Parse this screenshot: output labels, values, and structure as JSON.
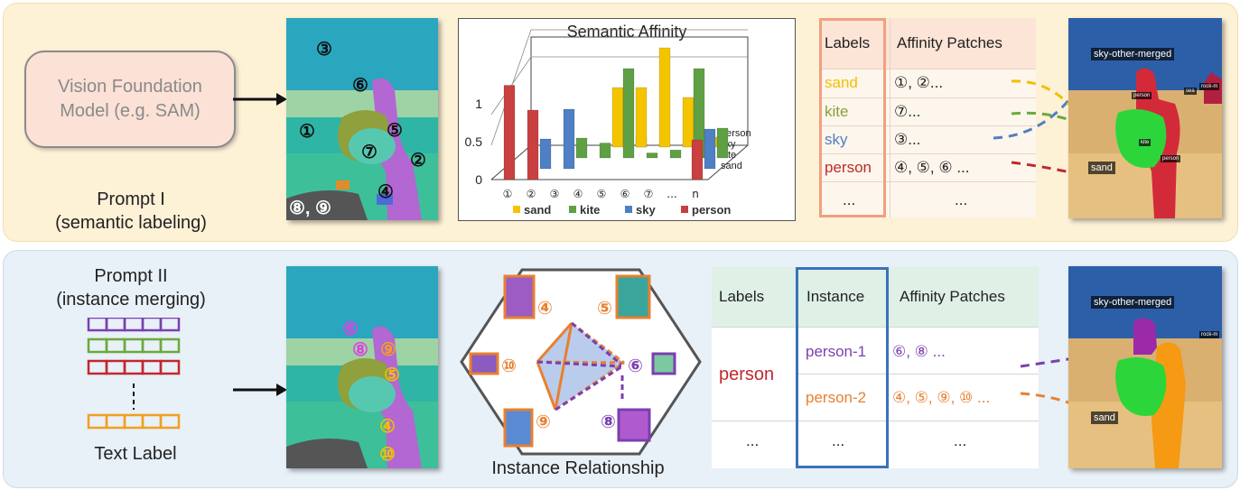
{
  "top": {
    "vfm_label": "Vision Foundation Model (e.g. SAM)",
    "prompt_title": "Prompt I",
    "prompt_sub": "(semantic labeling)",
    "seg_marks": [
      "③",
      "⑥",
      "①",
      "⑤",
      "⑦",
      "②",
      "④",
      "⑧, ⑨"
    ],
    "chart": {
      "title": "Semantic Affinity",
      "yticks": [
        "0",
        "0.5",
        "1"
      ],
      "xticks": [
        "①",
        "②",
        "③",
        "④",
        "⑤",
        "⑥",
        "⑦",
        "...",
        "n"
      ],
      "depth_labels": [
        "person",
        "sky",
        "kite",
        "sand"
      ],
      "legend": [
        {
          "name": "sand",
          "color": "#f4c400"
        },
        {
          "name": "kite",
          "color": "#5fa044"
        },
        {
          "name": "sky",
          "color": "#4f7fc4"
        },
        {
          "name": "person",
          "color": "#c94040"
        }
      ]
    },
    "table": {
      "headers": [
        "Labels",
        "Affinity Patches"
      ],
      "rows": [
        {
          "label": "sand",
          "color": "#f0c000",
          "patches": "①, ②..."
        },
        {
          "label": "kite",
          "color": "#8aa03a",
          "patches": "⑦..."
        },
        {
          "label": "sky",
          "color": "#4f7fc4",
          "patches": "③..."
        },
        {
          "label": "person",
          "color": "#c0282d",
          "patches": "④, ⑤, ⑥ ..."
        },
        {
          "label": "...",
          "color": "#222222",
          "patches": "..."
        }
      ]
    },
    "result_tags": [
      "sky-other-merged",
      "sand"
    ],
    "result_small_tags": [
      "person",
      "person",
      "kite",
      "rock-m",
      "sea"
    ]
  },
  "bottom": {
    "prompt_title": "Prompt II",
    "prompt_sub": "(instance merging)",
    "text_label": "Text Label",
    "bar_colors": [
      "#7b3fb0",
      "#6aaa3a",
      "#c0282d",
      "#f0a020"
    ],
    "seg_marks": [
      "⑥",
      "⑧",
      "⑨",
      "⑤",
      "④",
      "⑩"
    ],
    "graph_title": "Instance Relationship",
    "graph_nodes": [
      "④",
      "⑤",
      "⑥",
      "⑩",
      "⑨",
      "⑧"
    ],
    "table": {
      "headers": [
        "Labels",
        "Instance",
        "Affinity Patches"
      ],
      "label": "person",
      "rows": [
        {
          "instance": "person-1",
          "color": "#7b3fb0",
          "patches": "⑥, ⑧ ..."
        },
        {
          "instance": "person-2",
          "color": "#e88030",
          "patches": "④, ⑤, ⑨, ⑩ ..."
        },
        {
          "instance": "...",
          "color": "#222222",
          "patches": "..."
        }
      ],
      "last_label": "..."
    },
    "result_tags": [
      "sky-other-merged",
      "sand"
    ],
    "result_small_tags": [
      "rock-m"
    ]
  }
}
